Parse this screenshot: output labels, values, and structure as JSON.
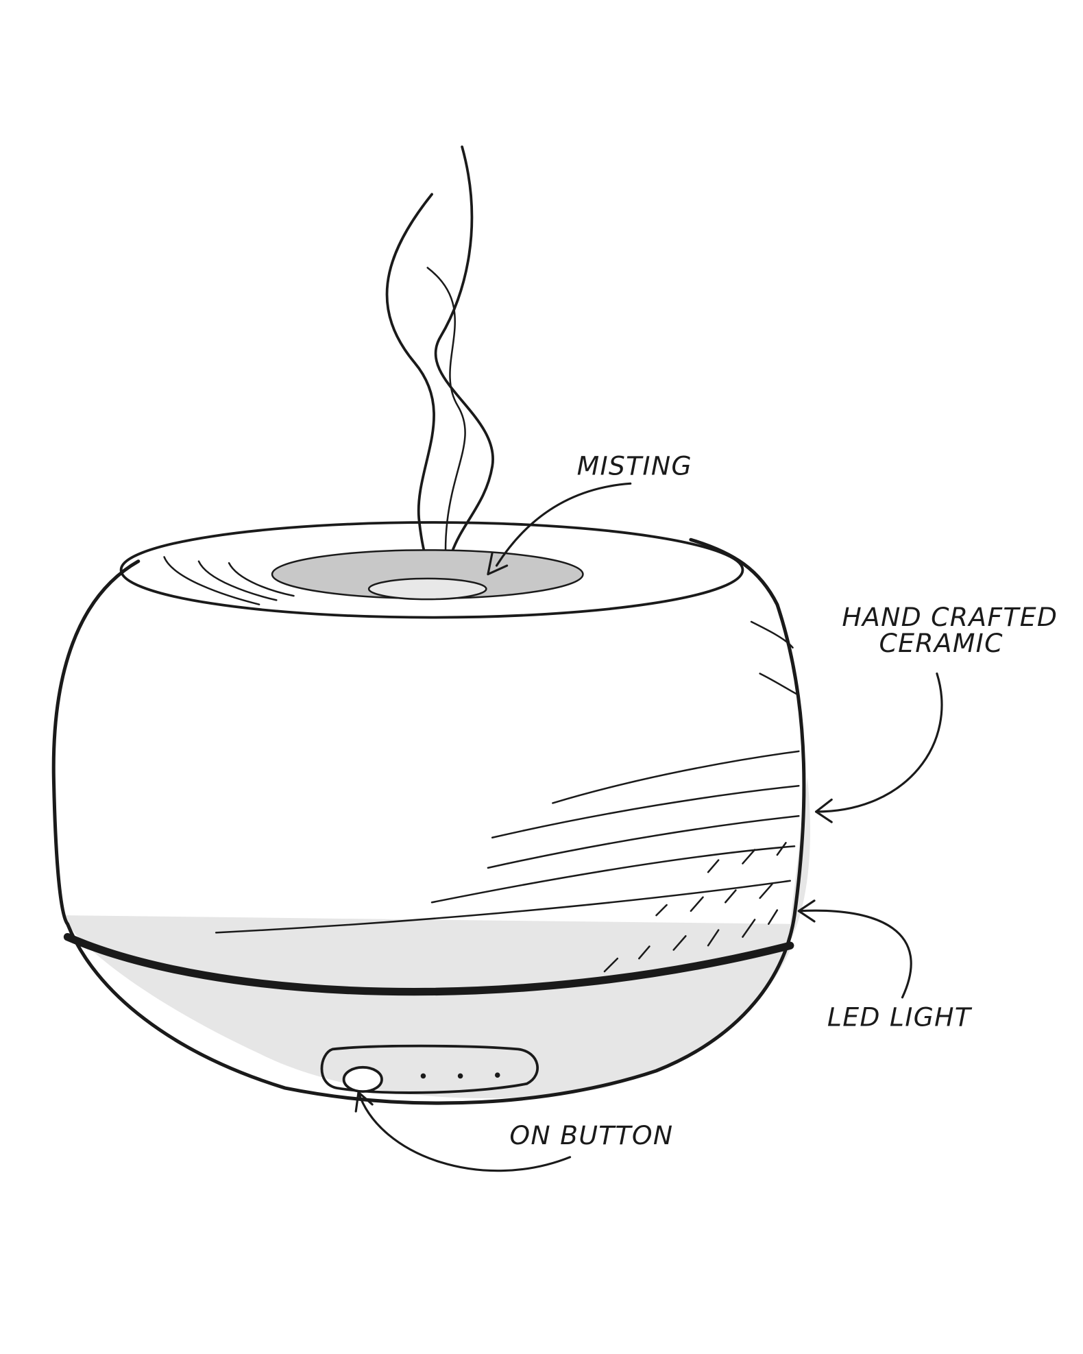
{
  "diagram": {
    "subject": "ceramic aroma diffuser sketch",
    "colors": {
      "ink": "#1a1a1a",
      "shade": "#d9d9d9",
      "background": "#ffffff"
    },
    "labels": {
      "misting": "MISTING",
      "hand_crafted_line1": "HAND CRAFTED",
      "hand_crafted_line2": "CERAMIC",
      "led_light": "LED LIGHT",
      "on_button": "ON BUTTON"
    }
  }
}
